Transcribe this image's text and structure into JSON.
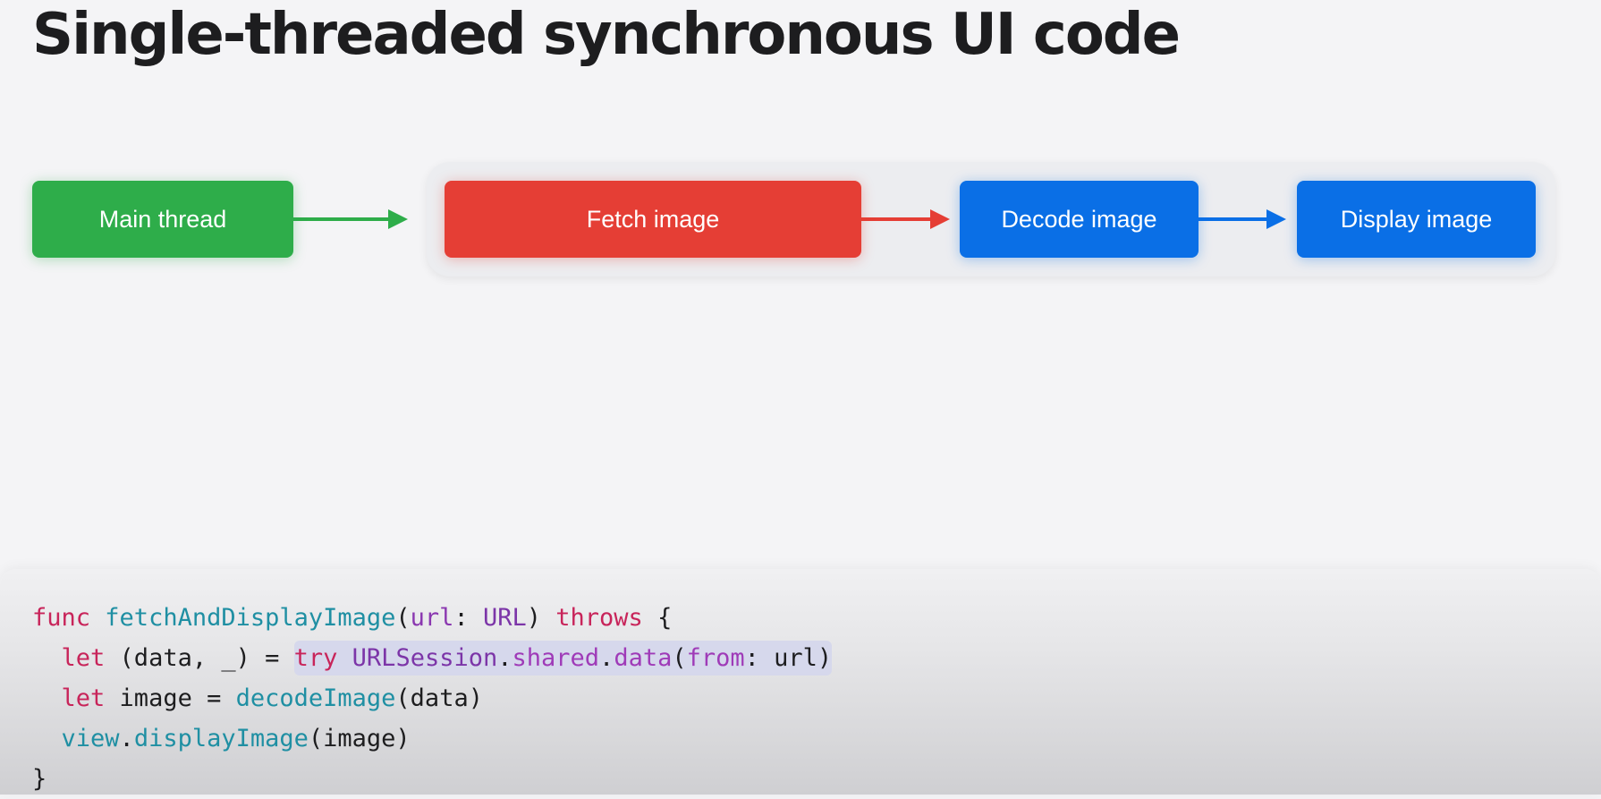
{
  "title": "Single-threaded synchronous UI code",
  "diagram": {
    "nodes": {
      "main_thread": "Main thread",
      "fetch_image": "Fetch image",
      "decode_image": "Decode image",
      "display_image": "Display image"
    },
    "colors": {
      "main_thread": "#2ead4a",
      "fetch_image": "#e53e35",
      "decode_image": "#0a6fe6",
      "display_image": "#0a6fe6"
    },
    "edges": [
      {
        "from": "Main thread",
        "to": "Fetch image",
        "color": "#2ead4a"
      },
      {
        "from": "Fetch image",
        "to": "Decode image",
        "color": "#e53e35"
      },
      {
        "from": "Decode image",
        "to": "Display image",
        "color": "#0a6fe6"
      }
    ]
  },
  "code": {
    "l1": {
      "kw_func": "func",
      "fn_name": "fetchAndDisplayImage",
      "p1": "(",
      "param": "url",
      "p2": ": ",
      "type": "URL",
      "p3": ") ",
      "kw_throws": "throws",
      "p4": " {"
    },
    "l2": {
      "indent": "  ",
      "kw_let": "let",
      "p1": " (data, _) = ",
      "kw_try": "try",
      "sp": " ",
      "type": "URLSession",
      "dot1": ".",
      "member1": "shared",
      "dot2": ".",
      "member2": "data",
      "p2": "(",
      "label": "from",
      "p3": ": url)"
    },
    "l3": {
      "indent": "  ",
      "kw_let": "let",
      "p1": " image = ",
      "fn": "decodeImage",
      "p2": "(data)"
    },
    "l4": {
      "indent": "  ",
      "obj": "view",
      "dot": ".",
      "fn": "displayImage",
      "p1": "(image)"
    },
    "l5": {
      "brace": "}"
    }
  }
}
